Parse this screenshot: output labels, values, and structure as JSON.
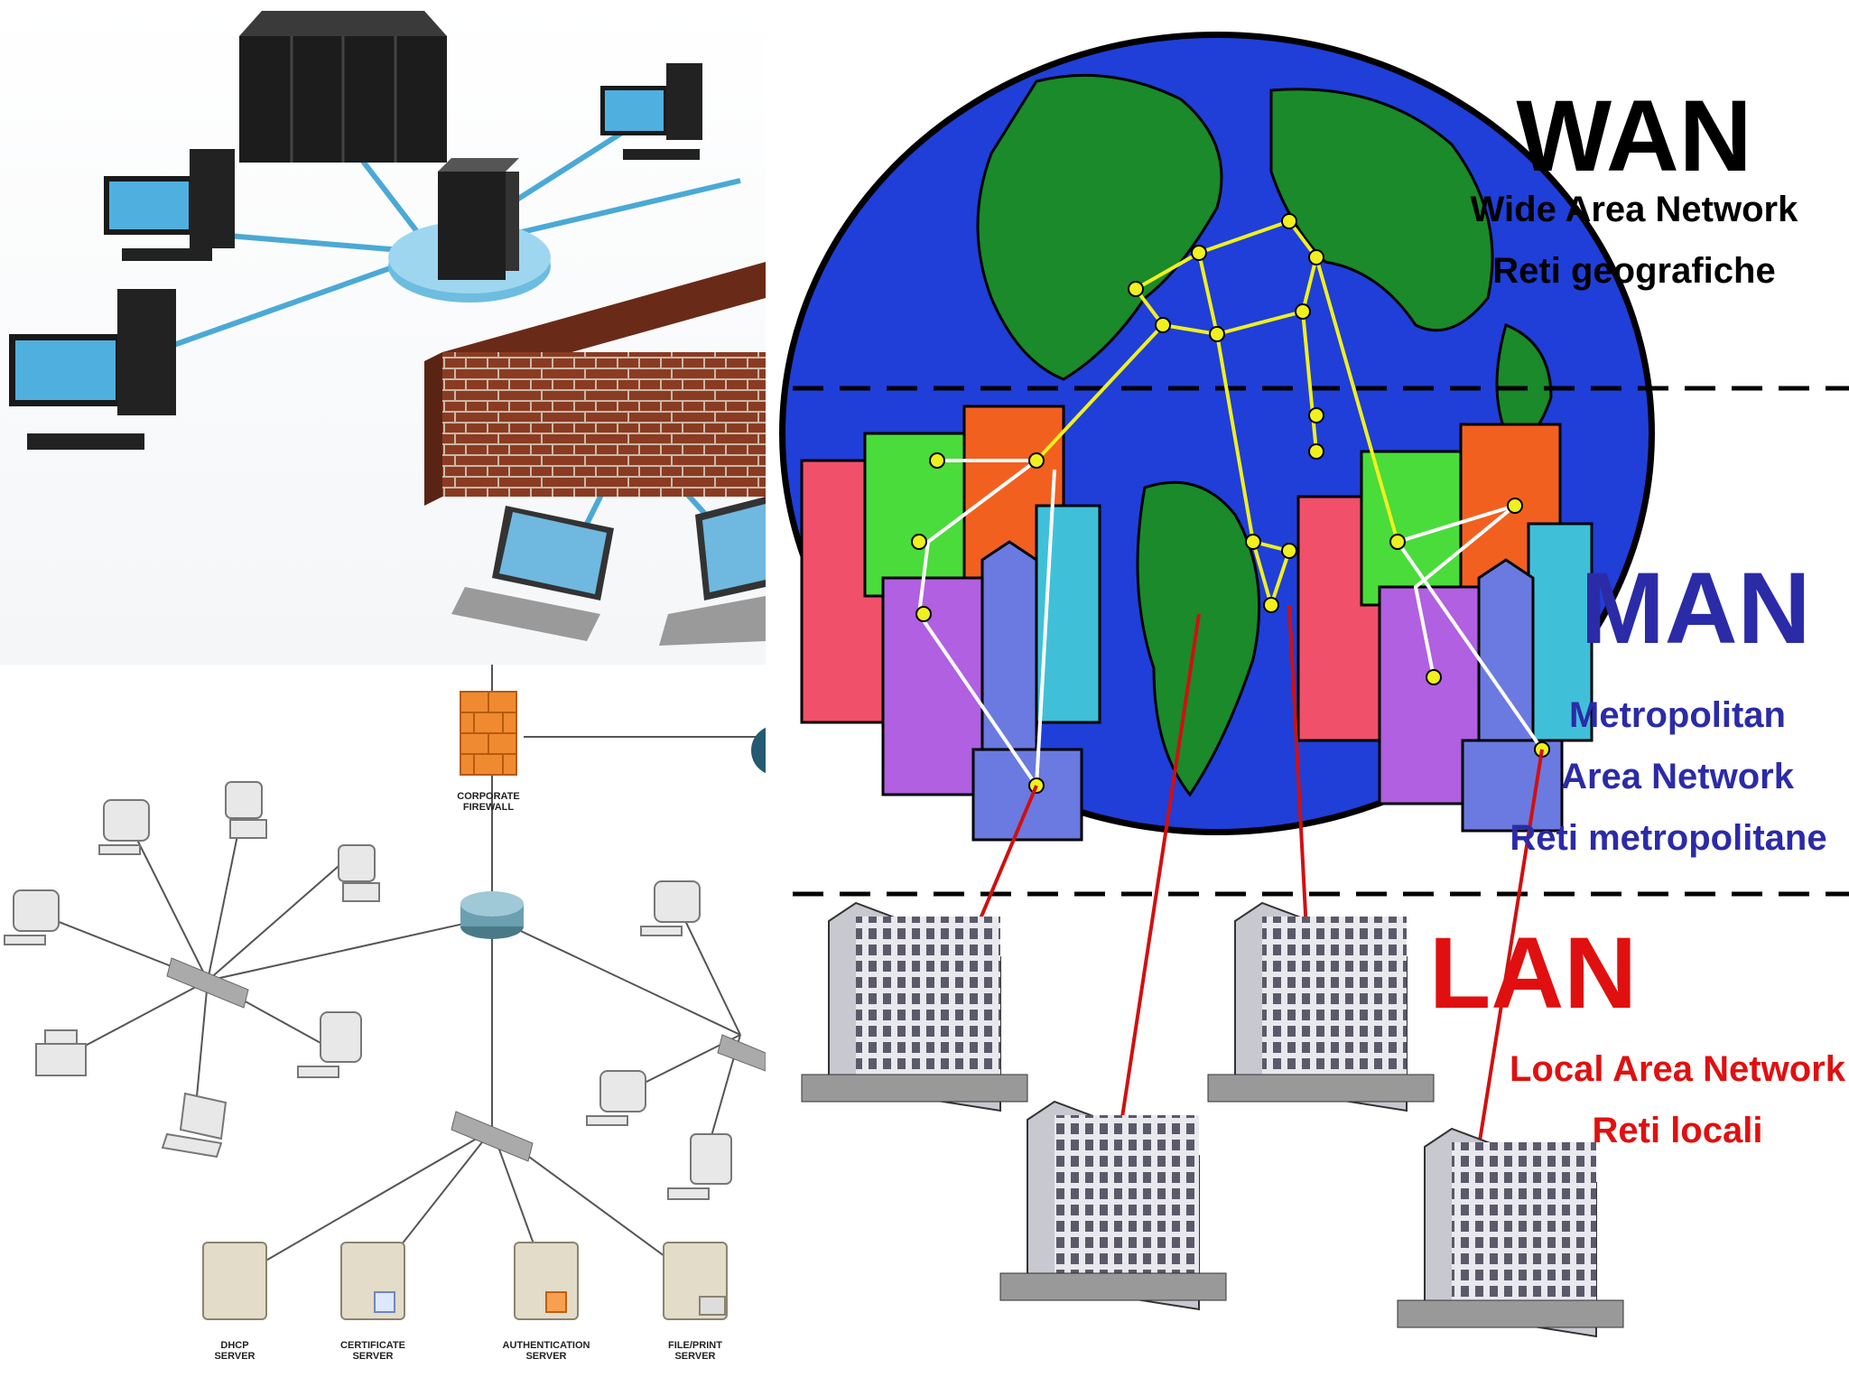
{
  "wan": {
    "title": "WAN",
    "subtitle1": "Wide Area Network",
    "subtitle2": "Reti geografiche"
  },
  "man": {
    "title": "MAN",
    "line1": "Metropolitan",
    "line2": "Area Network",
    "line3": "Reti metropolitane"
  },
  "lan": {
    "title": "LAN",
    "line1": "Local Area Network",
    "line2": "Reti locali"
  },
  "topology": {
    "firewall": [
      "CORPORATE",
      "FIREWALL"
    ],
    "servers": [
      {
        "line1": "DHCP",
        "line2": "SERVER"
      },
      {
        "line1": "CERTIFICATE",
        "line2": "SERVER"
      },
      {
        "line1": "AUTHENTICATION",
        "line2": "SERVER"
      },
      {
        "line1": "FILE/PRINT",
        "line2": "SERVER"
      }
    ]
  },
  "colors": {
    "wan_text": "#000000",
    "man_text": "#2b2ba8",
    "lan_text": "#e01010",
    "ocean": "#1f3fd8",
    "land": "#1a8a2a",
    "wan_link": "#f0f020",
    "lan_link": "#d01010",
    "lan_cable": "#4aa9d6"
  }
}
